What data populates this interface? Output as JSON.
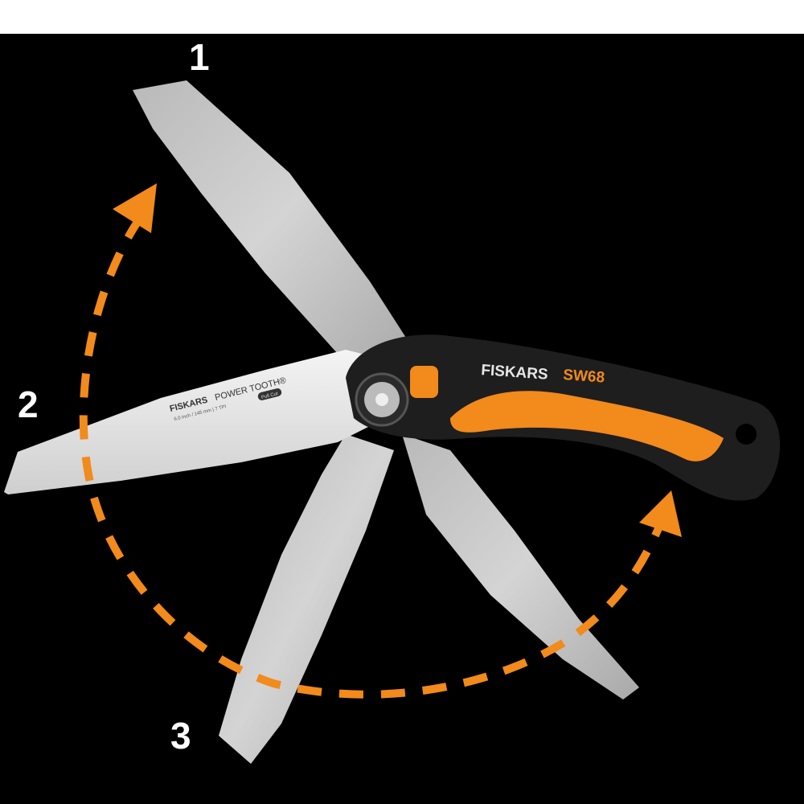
{
  "labels": {
    "position_1": "1",
    "position_2": "2",
    "position_3": "3"
  },
  "handle": {
    "brand": "FISKARS",
    "model": "SW68"
  },
  "blade": {
    "brand": "FISKARS",
    "line": "POWER TOOTH®",
    "spec": "6.0 inch / 145 mm | 7 TPI",
    "badge": "Pull Cut"
  },
  "colors": {
    "background": "#000000",
    "accent": "#f28a1c",
    "blade": "#c8c8c8",
    "handle": "#1e1e1e"
  }
}
